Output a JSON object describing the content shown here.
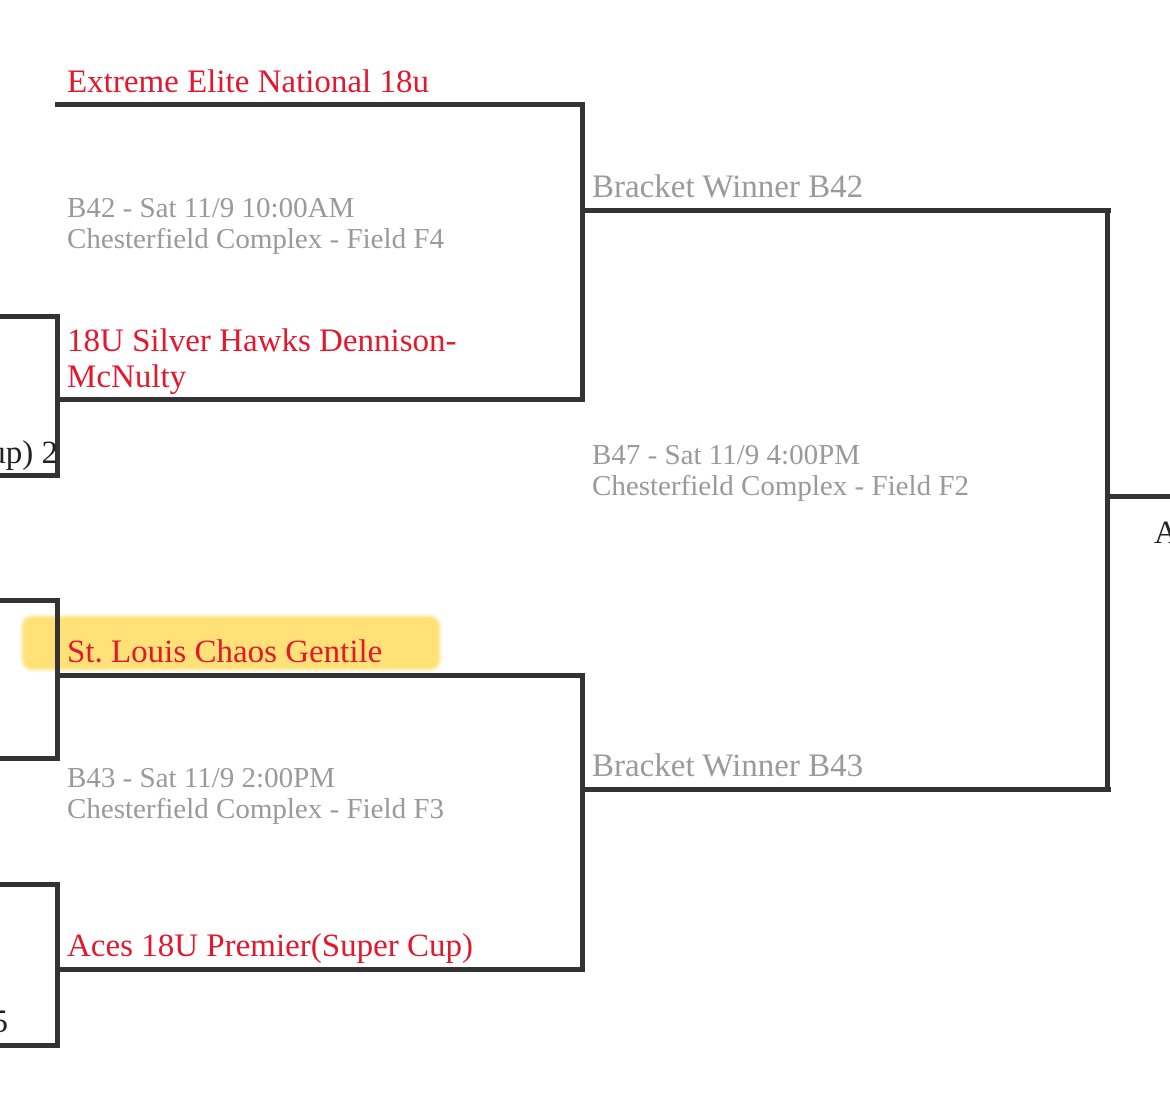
{
  "bracket": {
    "teams": {
      "team_1": "Extreme Elite National 18u",
      "team_2_line1": "18U Silver Hawks Dennison-",
      "team_2_line2": "McNulty",
      "team_3": "St. Louis Chaos Gentile",
      "team_4": "Aces 18U Premier(Super Cup)"
    },
    "games": {
      "b42_time": "B42 - Sat 11/9 10:00AM",
      "b42_venue": "Chesterfield Complex - Field F4",
      "b43_time": "B43 - Sat 11/9 2:00PM",
      "b43_venue": "Chesterfield Complex - Field F3",
      "b47_time": "B47 - Sat 11/9 4:00PM",
      "b47_venue": "Chesterfield Complex - Field F2"
    },
    "winners": {
      "b42": "Bracket Winner B42",
      "b43": "Bracket Winner B43"
    },
    "offscreen": {
      "left_upper": "up) 2",
      "left_lower": "5",
      "right": "A"
    },
    "colors": {
      "team_text": "#e3182d",
      "info_text": "#9a9a9a",
      "lines": "#333333",
      "highlight": "#ffd84a"
    }
  }
}
